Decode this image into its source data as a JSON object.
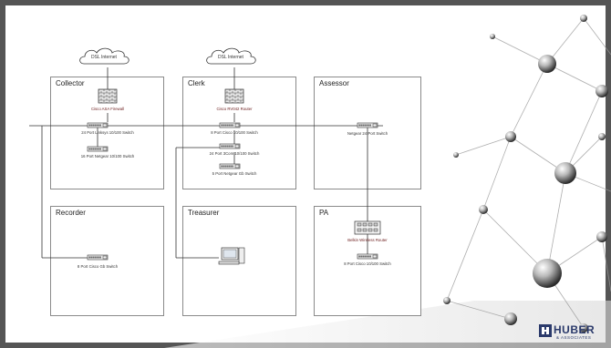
{
  "clouds": [
    "DSL Internet",
    "DSL Internet"
  ],
  "offices": {
    "collector": "Collector",
    "clerk": "Clerk",
    "assessor": "Assessor",
    "recorder": "Recorder",
    "treasurer": "Treasurer",
    "pa": "PA"
  },
  "devices": {
    "collector_firewall": "Cisco ASA Firewall",
    "collector_switch1": "24 Port Linksys 10/100 Switch",
    "collector_switch2": "16 Port Netgear 10/100 Switch",
    "clerk_router": "Cisco RV042 Router",
    "clerk_switch1": "8 Port Cisco 10/100 Switch",
    "clerk_switch2": "24 Port 3Com 10/100 Switch",
    "clerk_switch3": "5 Port Netgear Gb Switch",
    "assessor_switch": "Netgear 24 Port Switch",
    "recorder_switch": "8 Port Cisco Gb Switch",
    "pa_router": "Belkin Wireless Router",
    "pa_switch": "8 Port Cisco 10/100 Switch"
  },
  "logo": {
    "name": "HUBER",
    "sub": "& ASSOCIATES"
  },
  "colors": {
    "border": "#555555",
    "box_line": "#8a8a8a",
    "label": "#6a1a1a",
    "logo": "#2b3a6b"
  }
}
